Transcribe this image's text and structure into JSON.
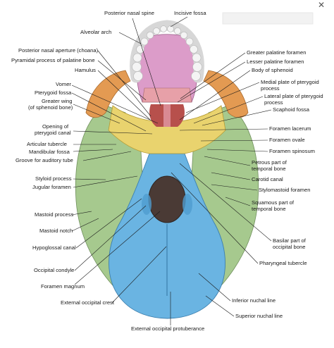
{
  "labels": {
    "posterior_nasal_spine": "Posterior nasal spine",
    "incisive_fossa": "Incisive fossa",
    "alveolar_arch": "Alveolar arch",
    "posterior_nasal_aperture": "Posterior nasal aperture (choana)",
    "pyramidal_process": "Pyramidal process of palatine bone",
    "hamulus": "Hamulus",
    "vomer": "Vomer",
    "pterygoid_fossa": "Pterygoid fossa",
    "greater_wing_1": "Greater wing",
    "greater_wing_2": "(of sphenoid bone)",
    "opening_pterygoid_1": "Opening of",
    "opening_pterygoid_2": "pterygoid canal",
    "articular_tubercle": "Articular tubercle",
    "mandibular_fossa": "Mandibular fossa",
    "groove_auditory": "Groove for auditory tube",
    "styloid_process": "Styloid process",
    "jugular_foramen": "Jugular foramen",
    "mastoid_process": "Mastoid process",
    "mastoid_notch": "Mastoid notch",
    "hypoglossal_canal": "Hypoglossal canal",
    "occipital_condyle": "Occipital condyle",
    "foramen_magnum": "Foramen magnum",
    "external_occipital_crest": "External occipital crest",
    "external_occipital_protuberance": "External occipital protuberance",
    "greater_palatine_foramen": "Greater palatine foramen",
    "lesser_palatine_foramen": "Lesser palatine foramen",
    "body_of_sphenoid": "Body of sphenoid",
    "medial_plate_1": "Medial plate of pterygoid",
    "medial_plate_2": "process",
    "lateral_plate_1": "Lateral plate of pterygoid",
    "lateral_plate_2": "process",
    "scaphoid_fossa": "Scaphoid fossa",
    "foramen_lacerum": "Foramen lacerum",
    "foramen_ovale": "Foramen ovale",
    "foramen_spinosum": "Foramen spinosum",
    "petrous_part_1": "Petrous part of",
    "petrous_part_2": "temporal bone",
    "carotid_canal": "Carotid canal",
    "stylomastoid_foramen": "Stylomastoid foramen",
    "squamous_part_1": "Squamous part of",
    "squamous_part_2": "temporal bone",
    "basilar_part_1": "Basilar part of",
    "basilar_part_2": "occipital bone",
    "pharyngeal_tubercle": "Pharyngeal tubercle",
    "inferior_nuchal_line": "Inferior nuchal line",
    "superior_nuchal_line": "Superior nuchal line"
  },
  "colors": {
    "occipital": "#6ab4e2",
    "temporal": "#a6c98e",
    "sphenoid": "#e9d36e",
    "palatine": "#e7a0a8",
    "maxilla_palate": "#dc9cc9",
    "zygomatic": "#e39a52",
    "teeth": "#efefef"
  }
}
